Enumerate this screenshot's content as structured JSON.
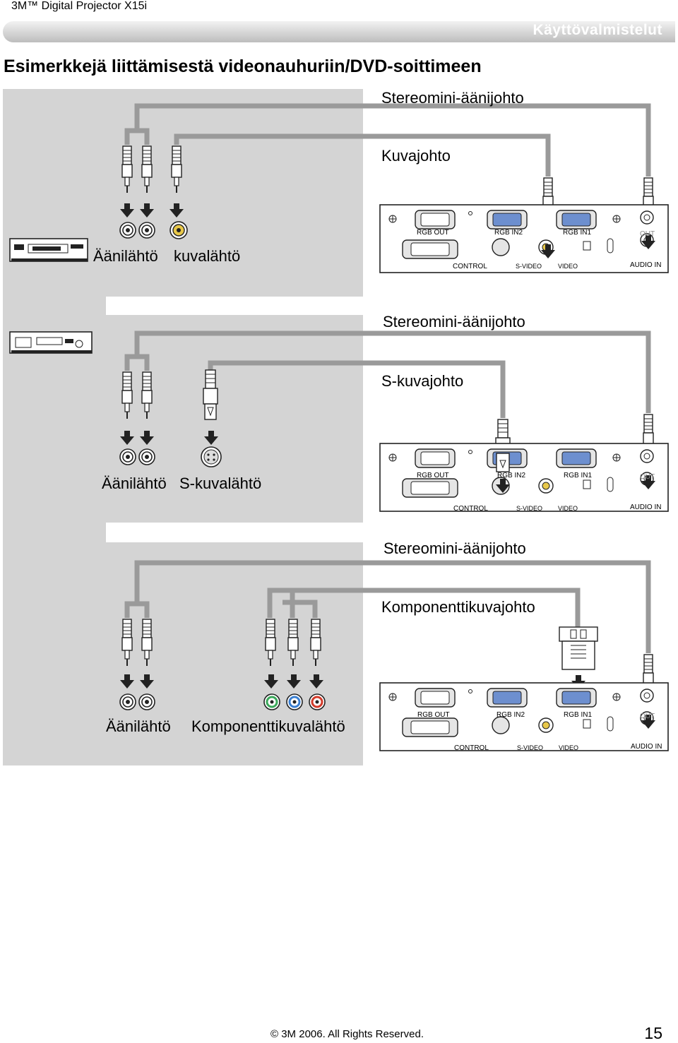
{
  "header": {
    "doc_title": "3M™ Digital Projector X15i",
    "section": "Käyttövalmistelut"
  },
  "page_heading": "Esimerkkejä liittämisestä videonauhuriin/DVD-soittimeen",
  "panel_labels": {
    "rgb_out": "RGB OUT",
    "rgb_in2": "RGB IN2",
    "rgb_in1": "RGB IN1",
    "control": "CONTROL",
    "s_video": "S-VIDEO",
    "video": "VIDEO",
    "audio_in": "AUDIO IN",
    "out": "OUT"
  },
  "diagrams": [
    {
      "cable_audio": "Stereomini-äänijohto",
      "cable_video": "Kuvajohto",
      "source_audio": "Äänilähtö",
      "source_video": "kuvalähtö"
    },
    {
      "cable_audio": "Stereomini-äänijohto",
      "cable_video": "S-kuvajohto",
      "source_audio": "Äänilähtö",
      "source_video": "S-kuvalähtö"
    },
    {
      "cable_audio": "Stereomini-äänijohto",
      "cable_video": "Komponenttikuvajohto",
      "source_audio": "Äänilähtö",
      "source_video": "Komponenttikuvalähtö"
    }
  ],
  "colors": {
    "cable": "#9a9a9a",
    "panel_bg": "#d4d4d4",
    "vga_blue": "#6d8fcf",
    "rca_yellow": "#e8c84a",
    "rca_green": "#3aa85a",
    "rca_blue": "#3a7fd1",
    "rca_red": "#d23a2a"
  },
  "footer": {
    "copyright": "© 3M 2006.  All Rights Reserved.",
    "page_number": "15"
  }
}
